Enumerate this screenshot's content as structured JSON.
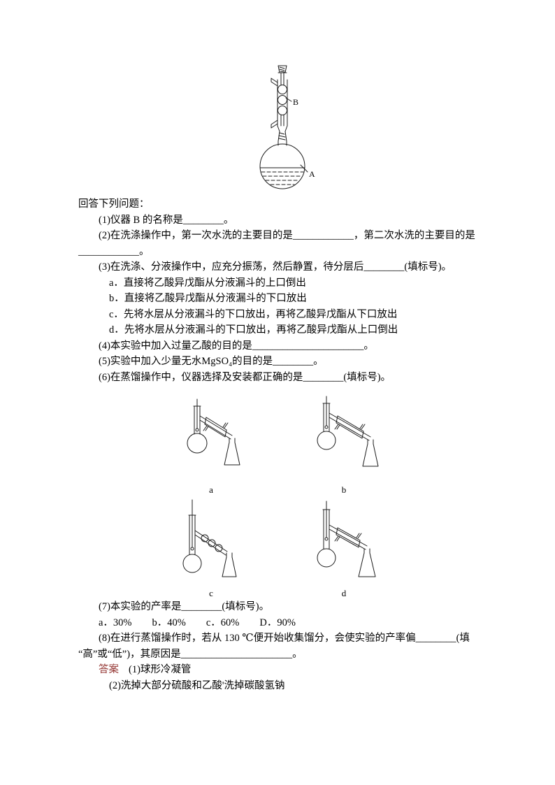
{
  "colors": {
    "answer_label": "#953734",
    "text": "#000000"
  },
  "figures": {
    "main_apparatus": {
      "label_a": "A",
      "label_b": "B"
    },
    "distill_labels": [
      "a",
      "b",
      "c",
      "d"
    ]
  },
  "doc": {
    "intro": "回答下列问题：",
    "q1": "(1)仪器 B 的名称是________。",
    "q2_line1": "(2)在洗涤操作中，第一次水洗的主要目的是____________，第二次水洗的主要目的是",
    "q2_line2": "____________。",
    "q3": "(3)在洗涤、分液操作中，应充分振荡，然后静置，待分层后________(填标号)。",
    "q3_options": [
      "a．直接将乙酸异戊酯从分液漏斗的上口倒出",
      "b．直接将乙酸异戊酯从分液漏斗的下口放出",
      "c．先将水层从分液漏斗的下口放出，再将乙酸异戊酯从下口放出",
      "d．先将水层从分液漏斗的下口放出，再将乙酸异戊酯从上口倒出"
    ],
    "q4": "(4)本实验中加入过量乙酸的目的是______________________。",
    "q5": "(5)实验中加入少量无水MgSO₄的目的是________。",
    "q6": "(6)在蒸馏操作中，仪器选择及安装都正确的是________(填标号)。",
    "q7": "(7)本实验的产率是________(填标号)。",
    "q7_options": "a．30%　　b．40%　　c．60%　　D．90%",
    "q8_line1": "(8)在进行蒸馏操作时，若从 130 ℃便开始收集馏分，会使实验的产率偏________(填",
    "q8_line2": "“高”或“低”)，其原因是______________________。",
    "answer_label": "答案",
    "answer_line1": "(1)球形冷凝管",
    "answer_line2": "(2)洗掉大部分硫酸和乙酸'洗掉碳酸氢钠"
  }
}
